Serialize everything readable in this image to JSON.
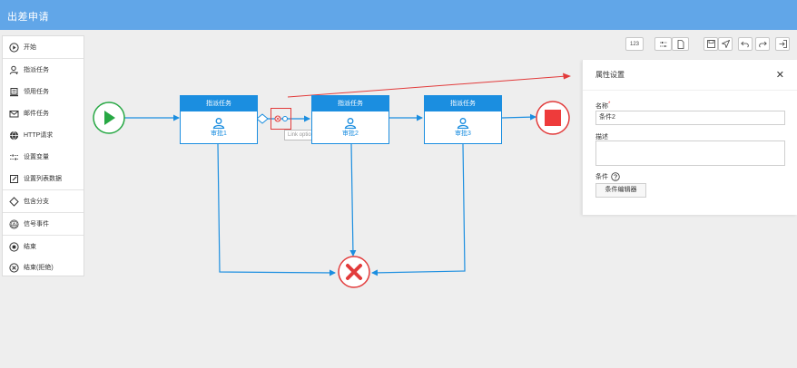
{
  "app": {
    "title": "出差申请"
  },
  "palette": {
    "items": [
      {
        "label": "开始",
        "icon": "play-circle-icon"
      },
      {
        "label": "指派任务",
        "icon": "user-assign-icon"
      },
      {
        "label": "领用任务",
        "icon": "claim-task-icon"
      },
      {
        "label": "邮件任务",
        "icon": "mail-icon"
      },
      {
        "label": "HTTP请求",
        "icon": "globe-icon"
      },
      {
        "label": "设置变量",
        "icon": "variable-icon"
      },
      {
        "label": "设置列表数据",
        "icon": "edit-list-icon"
      },
      {
        "label": "包含分支",
        "icon": "diamond-icon"
      },
      {
        "label": "信号事件",
        "icon": "signal-icon"
      },
      {
        "label": "结束",
        "icon": "end-circle-icon"
      },
      {
        "label": "结束(拒绝)",
        "icon": "reject-circle-icon"
      }
    ]
  },
  "toolbar": {
    "number_label": "123",
    "buttons": [
      "format-icon",
      "file-icon",
      "save-icon",
      "send-icon",
      "undo-icon",
      "redo-icon",
      "exit-icon"
    ]
  },
  "diagram": {
    "tasks": [
      {
        "header": "指派任务",
        "name": "审批1"
      },
      {
        "header": "指派任务",
        "name": "审批2"
      },
      {
        "header": "指派任务",
        "name": "审批3"
      }
    ],
    "tooltip": "Link options"
  },
  "properties": {
    "title": "属性设置",
    "name_label": "名称",
    "name_value": "条件2",
    "desc_label": "描述",
    "desc_value": "",
    "condition_label": "条件",
    "condition_button": "条件编辑器"
  },
  "colors": {
    "topbar": "#61a6e8",
    "task_blue": "#1b8ee0",
    "start_green": "#27a844",
    "end_red": "#e23b3b"
  }
}
